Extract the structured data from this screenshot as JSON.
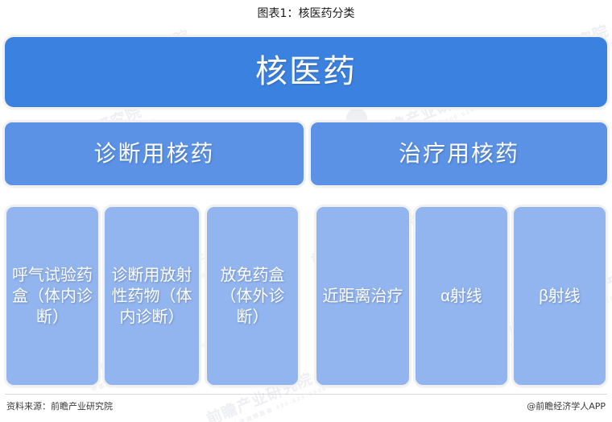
{
  "chart_title": "图表1：核医药分类",
  "diagram": {
    "type": "hierarchy-tree",
    "level1": {
      "label": "核医药",
      "color": "#3b82e0"
    },
    "level2": [
      {
        "label": "诊断用核药",
        "color": "#5b92e5"
      },
      {
        "label": "治疗用核药",
        "color": "#5b92e5"
      }
    ],
    "level3": [
      {
        "label": "呼气试验药盒（体内诊断）",
        "color": "#93b5ef",
        "parent": "诊断用核药"
      },
      {
        "label": "诊断用放射性药物（体内诊断）",
        "color": "#93b5ef",
        "parent": "诊断用核药"
      },
      {
        "label": "放免药盒（体外诊断）",
        "color": "#93b5ef",
        "parent": "诊断用核药"
      },
      {
        "label": "近距离治疗",
        "color": "#93b5ef",
        "parent": "治疗用核药"
      },
      {
        "label": "α射线",
        "color": "#93b5ef",
        "parent": "治疗用核药"
      },
      {
        "label": "β射线",
        "color": "#93b5ef",
        "parent": "治疗用核药"
      }
    ]
  },
  "watermark": {
    "main": "前瞻产业研究院",
    "sub": "中国产业咨询领跑者 400-639-9936"
  },
  "footer": {
    "source": "资料来源：前瞻产业研究院",
    "brand": "@前瞻经济学人APP"
  }
}
